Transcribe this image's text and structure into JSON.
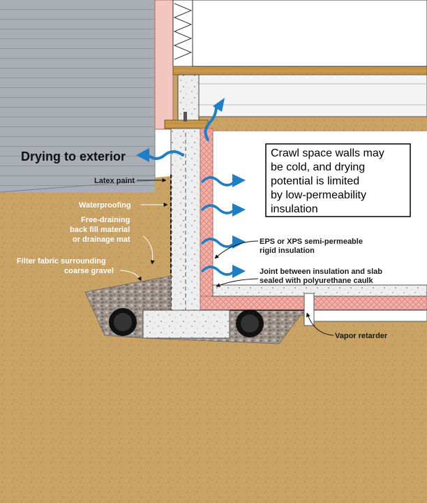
{
  "colors": {
    "soil": "#c9a266",
    "soil_dark": "#b48a4e",
    "siding": "#a8aeb4",
    "concrete": "#eeeeee",
    "insulation": "#f2b0aa",
    "arrow": "#1e7fc4",
    "gravel": "#9b8f87",
    "pipe": "#111111"
  },
  "labels": {
    "drying_to_exterior": "Drying to exterior",
    "latex_paint": "Latex paint",
    "waterproofing": "Waterproofing",
    "free_draining_1": "Free-draining",
    "free_draining_2": "back fill material",
    "free_draining_3": "or drainage mat",
    "filter_fabric_1": "Filter fabric surrounding",
    "filter_fabric_2": "coarse gravel",
    "eps_1": "EPS or XPS semi-permeable",
    "eps_2": "rigid insulation",
    "joint_1": "Joint between insulation and slab",
    "joint_2": "sealed with polyurethane caulk",
    "vapor_retarder": "Vapor retarder"
  },
  "callout": {
    "line1": "Crawl space walls may",
    "line2": "be cold, and drying",
    "line3": "potential is limited",
    "line4": "by low-permeability",
    "line5": "insulation"
  },
  "icons": [
    "drying-arrow-icon",
    "drain-pipe-icon",
    "leader-arrow-icon"
  ]
}
